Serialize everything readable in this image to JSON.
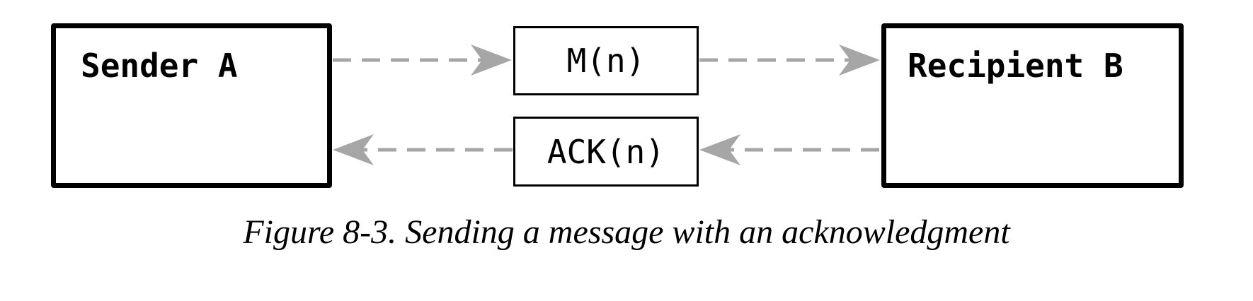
{
  "diagram": {
    "nodes": {
      "sender": "Sender A",
      "recipient": "Recipient B"
    },
    "messages": {
      "forward": "M(n)",
      "acknowledgment": "ACK(n)"
    },
    "arrow_color": "#a6a6a6",
    "node_border_color": "#000000"
  },
  "caption": "Figure 8-3. Sending a message with an acknowledgment"
}
